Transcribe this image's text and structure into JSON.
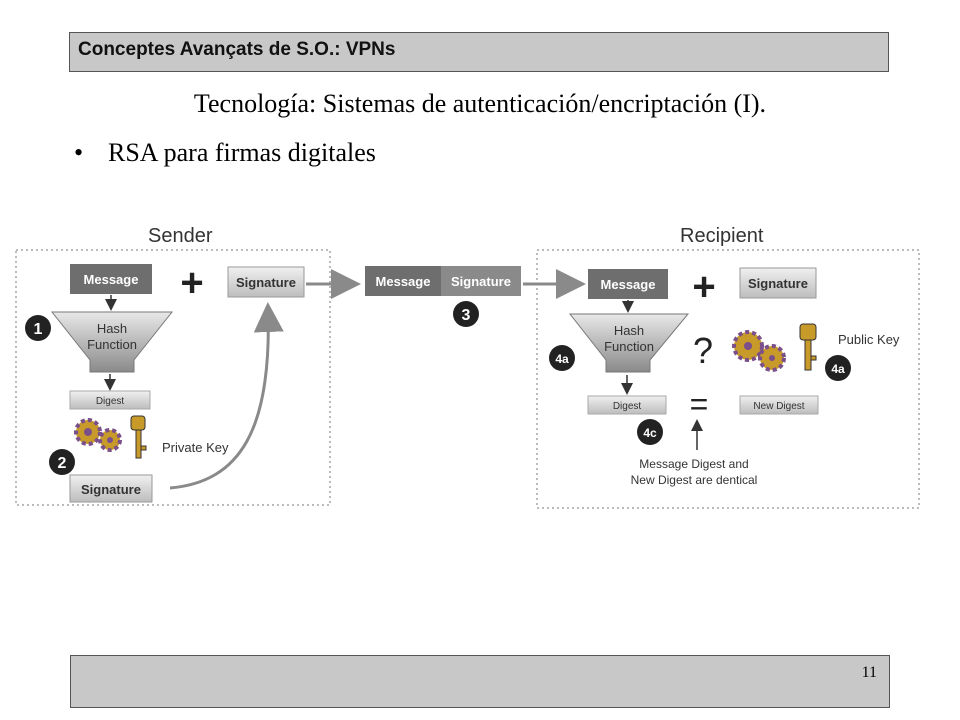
{
  "header": {
    "title": "Conceptes Avançats de S.O.: VPNs"
  },
  "slide": {
    "subtitle": "Tecnología: Sistemas de autenticación/encriptación (I).",
    "bullet": "RSA para firmas digitales"
  },
  "diagram": {
    "sender_label": "Sender",
    "recipient_label": "Recipient",
    "sender": {
      "message": "Message",
      "hash_line1": "Hash",
      "hash_line2": "Function",
      "digest": "Digest",
      "private_key": "Private Key",
      "signature": "Signature",
      "signature_out": "Signature",
      "step1": "1",
      "step2": "2"
    },
    "middle": {
      "message": "Message",
      "signature": "Signature",
      "step3": "3"
    },
    "recipient": {
      "message": "Message",
      "signature": "Signature",
      "hash_line1": "Hash",
      "hash_line2": "Function",
      "digest": "Digest",
      "new_digest": "New Digest",
      "public_key": "Public Key",
      "question": "?",
      "equals": "=",
      "step4a": "4a",
      "step4b": "4a",
      "step4c": "4c",
      "note_line1": "Message Digest and",
      "note_line2": "New Digest are dentical"
    },
    "colors": {
      "dark_box": "#6e6e6e",
      "light_box": "#d8d8d8",
      "gold": "#c89a2a",
      "purple": "#7a4f8a"
    }
  },
  "footer": {
    "page_number": "11"
  }
}
